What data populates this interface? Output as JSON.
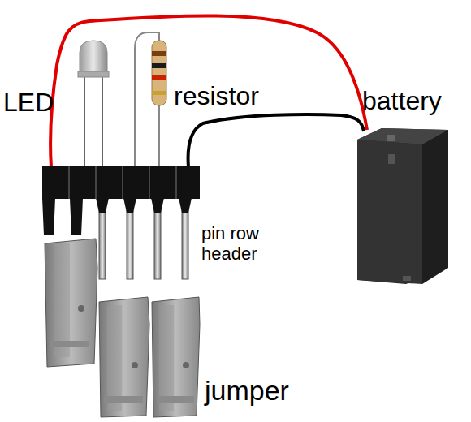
{
  "diagram": {
    "labels": [
      "LED",
      "resistor",
      "battery",
      "pin row header",
      "jumper"
    ]
  }
}
